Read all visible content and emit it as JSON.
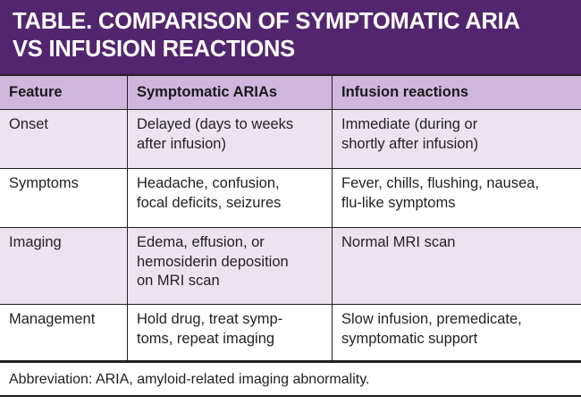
{
  "figure": {
    "kind": "comparison-table",
    "title": "TABLE. COMPARISON OF SYMPTOMATIC ARIA\nVS INFUSION REACTIONS",
    "title_band_color": "#53256f",
    "title_text_color": "#ffffff",
    "header_row_color": "#cfb6dc",
    "shaded_row_color": "#ece3f0",
    "plain_row_color": "#ffffff",
    "border_color": "#231f20"
  },
  "table": {
    "columns": [
      {
        "key": "feature",
        "label": "Feature"
      },
      {
        "key": "aria",
        "label": "Symptomatic ARIAs"
      },
      {
        "key": "infusion",
        "label": "Infusion reactions"
      }
    ],
    "rows": [
      {
        "feature": "Onset",
        "aria": "Delayed (days to weeks\nafter infusion)",
        "infusion": "Immediate (during or\nshortly after infusion)"
      },
      {
        "feature": "Symptoms",
        "aria": "Headache, confusion,\nfocal deficits, seizures",
        "infusion": "Fever, chills, flushing, nausea,\nflu-like symptoms"
      },
      {
        "feature": "Imaging",
        "aria": "Edema, effusion, or\nhemosiderin deposition\non MRI scan",
        "infusion": "Normal MRI scan"
      },
      {
        "feature": "Management",
        "aria": "Hold drug, treat symp-\ntoms, repeat imaging",
        "infusion": "Slow infusion, premedicate,\nsymptomatic support"
      }
    ],
    "footnote": "Abbreviation: ARIA, amyloid-related imaging abnormality."
  }
}
